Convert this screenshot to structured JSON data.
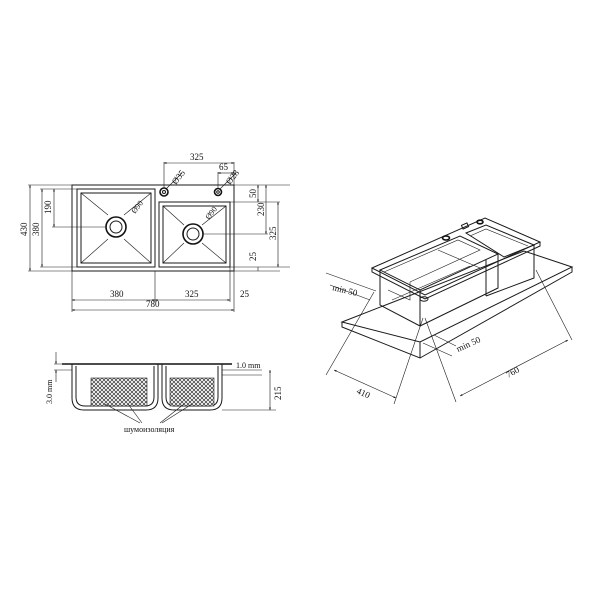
{
  "top_view": {
    "overall_width": "780",
    "overall_height": "430",
    "left_bowl_width": "380",
    "right_bowl_width": "325",
    "right_margin": "25",
    "left_bowl_height": "380",
    "left_drain_offset": "190",
    "right_bowl_top_width": "325",
    "hole_spacing": "65",
    "hole_left_diameter": "Ø35",
    "hole_right_diameter": "Ø28",
    "drain_left_diameter": "Ø90",
    "drain_right_diameter": "Ø90",
    "right_offset_50": "50",
    "right_height_230": "230",
    "right_height_325": "325",
    "right_bottom_25": "25"
  },
  "side_view": {
    "wall_thickness": "3.0 mm",
    "rim_thickness": "1.0 mm",
    "depth": "215",
    "insulation_label": "шумоизоляция"
  },
  "iso_view": {
    "min_left": "min 50",
    "min_bottom": "min 50",
    "depth_410": "410",
    "length_760": "760"
  }
}
